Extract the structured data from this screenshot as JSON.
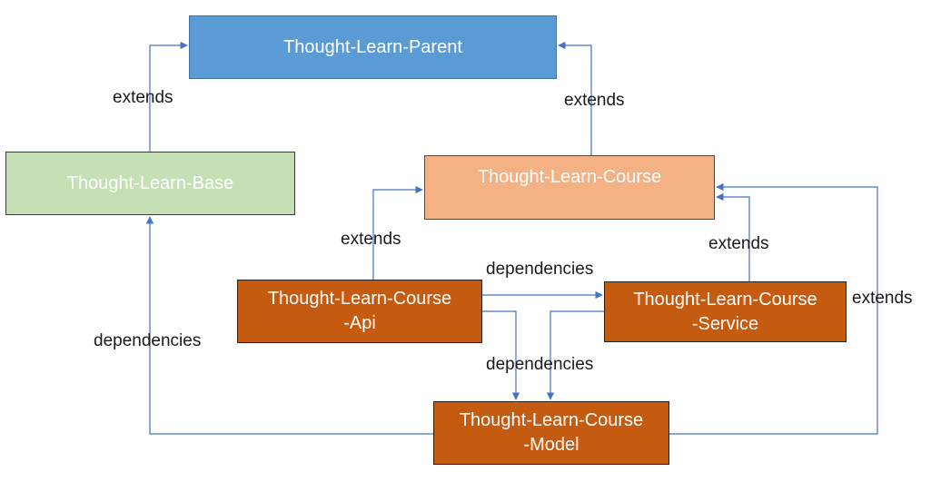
{
  "nodes": {
    "parent": {
      "line1": "Thought-Learn-Parent"
    },
    "base": {
      "line1": "Thought-Learn-Base"
    },
    "course": {
      "line1": "Thought-Learn-Course"
    },
    "api": {
      "line1": "Thought-Learn-Course",
      "line2": "-Api"
    },
    "service": {
      "line1": "Thought-Learn-Course",
      "line2": "-Service"
    },
    "model": {
      "line1": "Thought-Learn-Course",
      "line2": "-Model"
    }
  },
  "labels": {
    "base_to_parent": "extends",
    "course_to_parent": "extends",
    "api_to_course": "extends",
    "service_to_course": "extends",
    "model_to_course": "extends",
    "api_to_service": "dependencies",
    "to_model": "dependencies",
    "model_to_base": "dependencies"
  },
  "colors": {
    "parent": "#5b9bd5",
    "base": "#c5e0b4",
    "course": "#f4b183",
    "module": "#c55a11",
    "connector": "#4472c4"
  }
}
